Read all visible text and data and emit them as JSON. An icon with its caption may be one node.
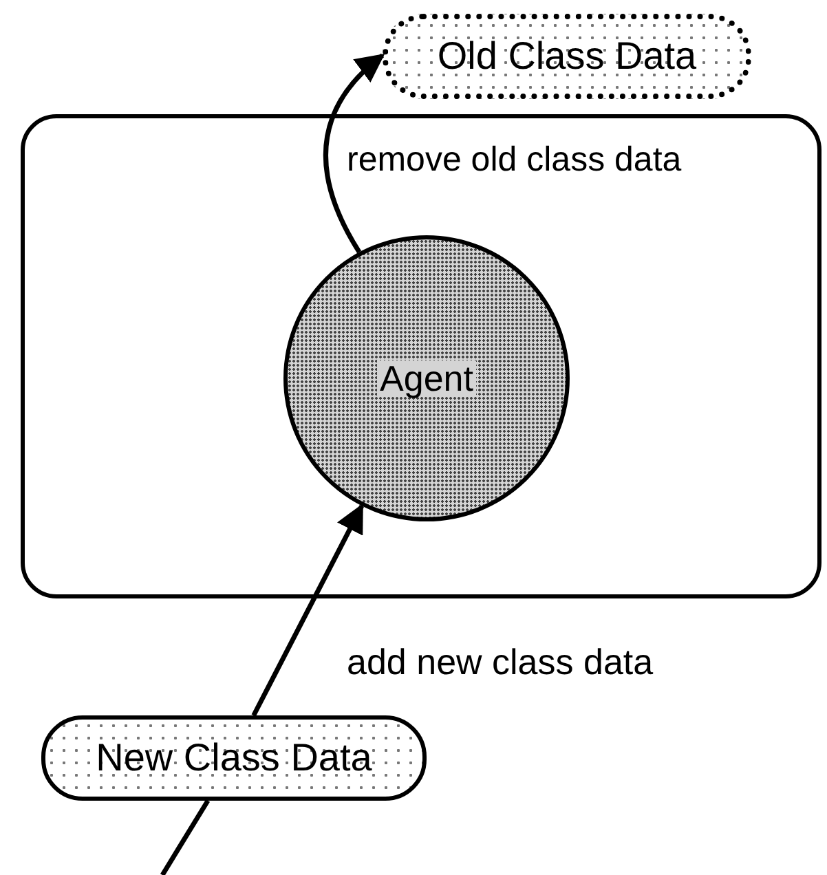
{
  "diagram": {
    "nodes": [
      {
        "text": [],
        "shape": "box"
      },
      {
        "text": [
          "Agent"
        ],
        "in": 0
      },
      {
        "text": [
          "Old Class Data"
        ]
      },
      {
        "text": [
          "New Class Data"
        ]
      }
    ],
    "edges": [
      {
        "from": 1,
        "to": 2,
        "arrow": "to"
      },
      {
        "from": 3,
        "to": 1,
        "arrow": "to"
      },
      {
        "from": null,
        "to": 3,
        "arrow": "none"
      }
    ],
    "labels": [
      "remove old class data",
      "add new class data"
    ]
  }
}
